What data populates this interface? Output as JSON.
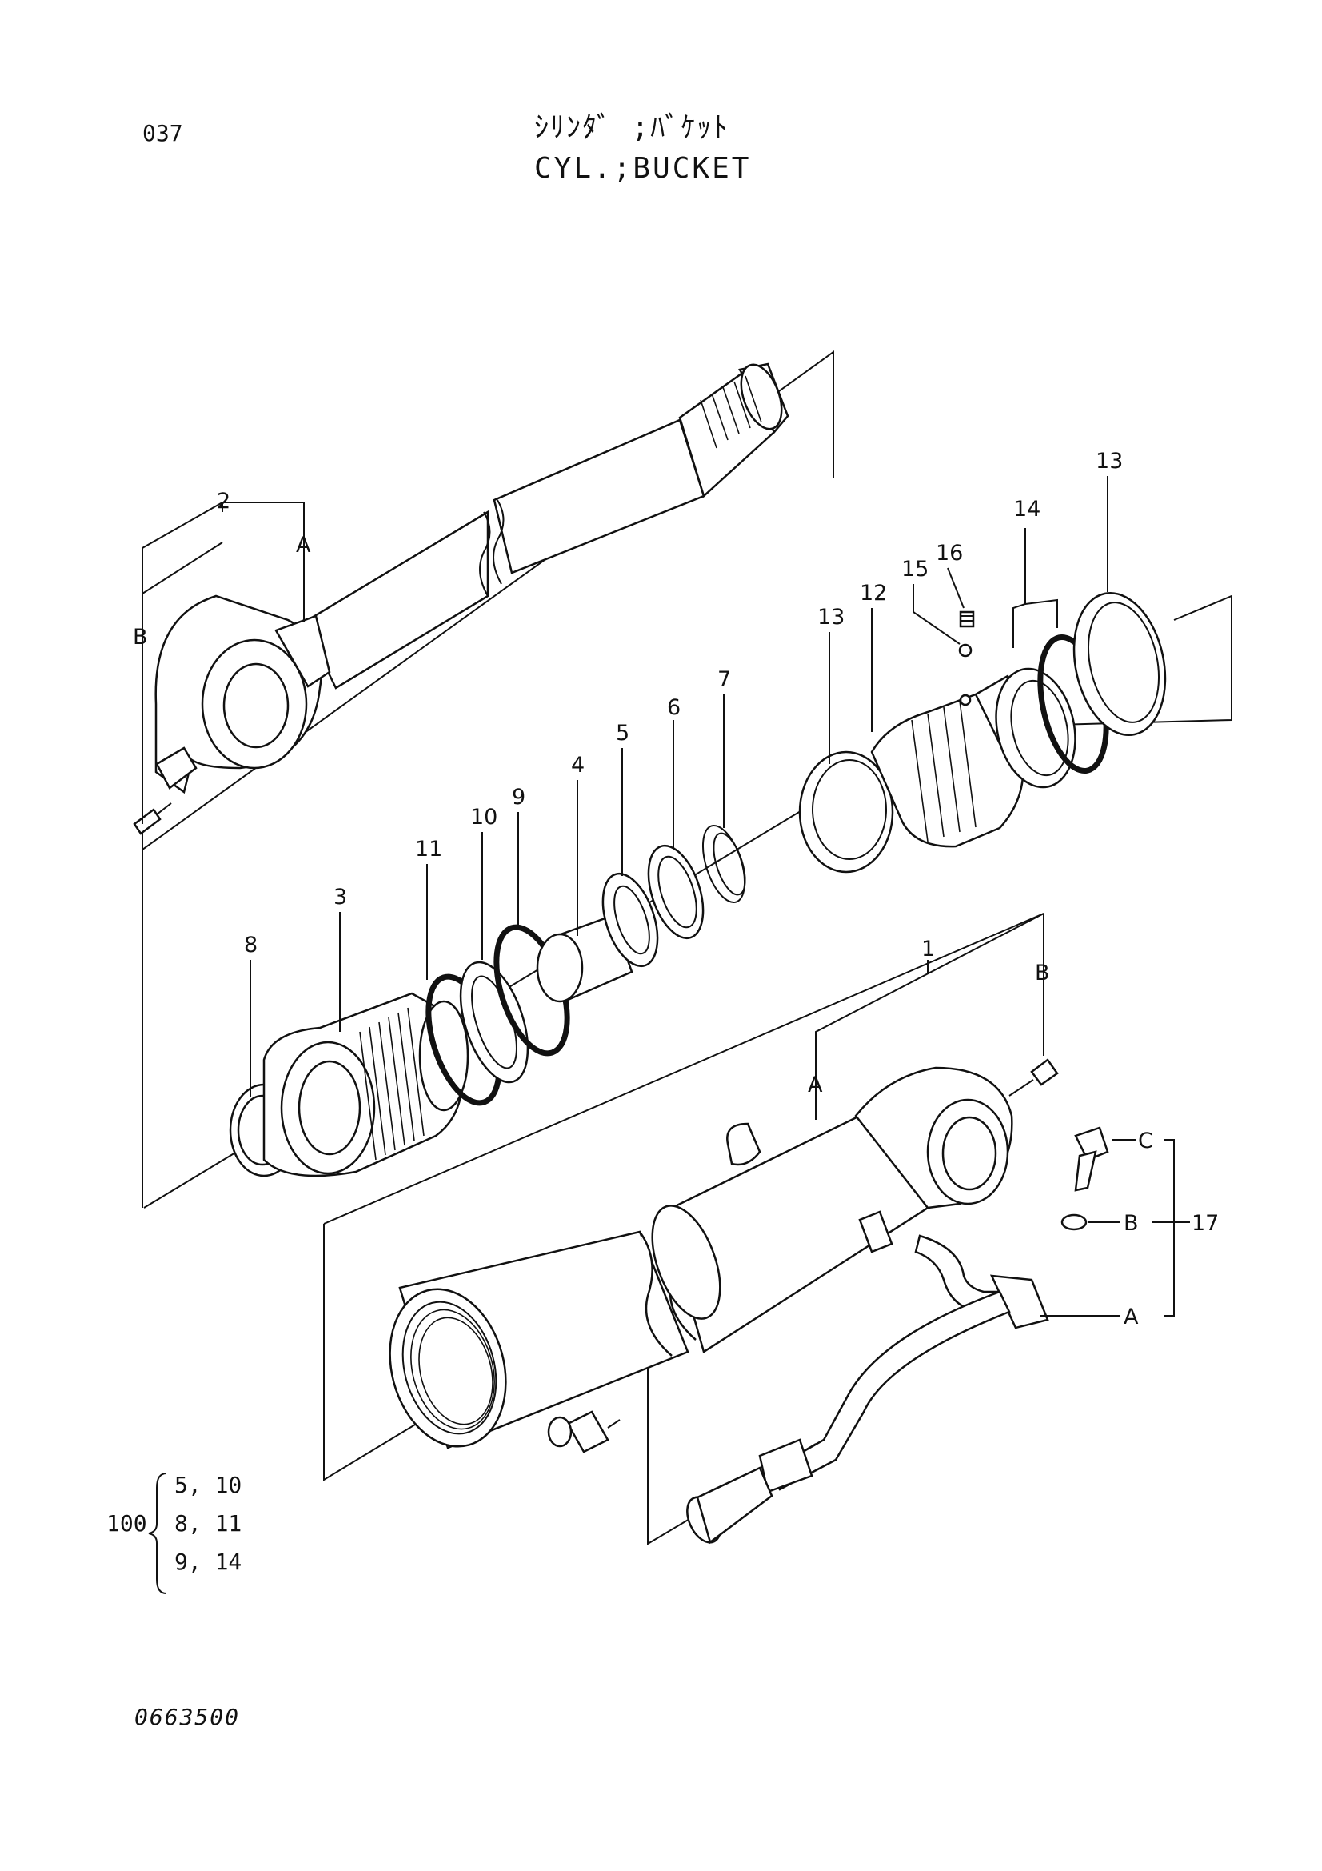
{
  "header": {
    "page_number": "037",
    "title_jp": "ｼﾘﾝﾀﾞ ;ﾊﾞｹｯﾄ",
    "title_en": "CYL.;BUCKET"
  },
  "callouts": [
    {
      "id": "c1",
      "label": "1"
    },
    {
      "id": "c2",
      "label": "2"
    },
    {
      "id": "c3",
      "label": "3"
    },
    {
      "id": "c4",
      "label": "4"
    },
    {
      "id": "c5",
      "label": "5"
    },
    {
      "id": "c6",
      "label": "6"
    },
    {
      "id": "c7",
      "label": "7"
    },
    {
      "id": "c8",
      "label": "8"
    },
    {
      "id": "c9",
      "label": "9"
    },
    {
      "id": "c10",
      "label": "10"
    },
    {
      "id": "c11",
      "label": "11"
    },
    {
      "id": "c12",
      "label": "12"
    },
    {
      "id": "c13a",
      "label": "13"
    },
    {
      "id": "c13b",
      "label": "13"
    },
    {
      "id": "c14",
      "label": "14"
    },
    {
      "id": "c15",
      "label": "15"
    },
    {
      "id": "c16",
      "label": "16"
    },
    {
      "id": "c17",
      "label": "17"
    }
  ],
  "letter_markers": {
    "rod_A": "A",
    "rod_B": "B",
    "tube_A": "A",
    "tube_B": "B",
    "set_C": "C",
    "set_B": "B",
    "set_A": "A"
  },
  "kit": {
    "number": "100",
    "rows": [
      "5, 10",
      "8, 11",
      "9, 14"
    ]
  },
  "footer": {
    "document_code": "0663500"
  }
}
